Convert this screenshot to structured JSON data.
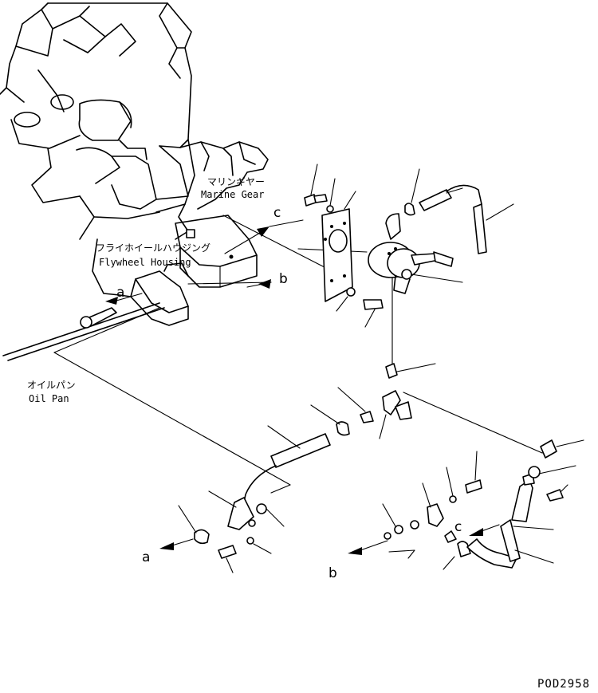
{
  "labels": {
    "marine_gear_jp": "マリンギヤー",
    "marine_gear_en": "Marine Gear",
    "flywheel_housing_jp": "フライホイールハウジング",
    "flywheel_housing_en": "Flywheel Housing",
    "oil_pan_jp": "オイルパン",
    "oil_pan_en": "Oil Pan"
  },
  "callouts": {
    "a_upper": "a",
    "b_upper": "b",
    "c_upper": "c",
    "a_lower": "a",
    "b_lower": "b",
    "c_lower": "c"
  },
  "drawing_code": "POD2958"
}
